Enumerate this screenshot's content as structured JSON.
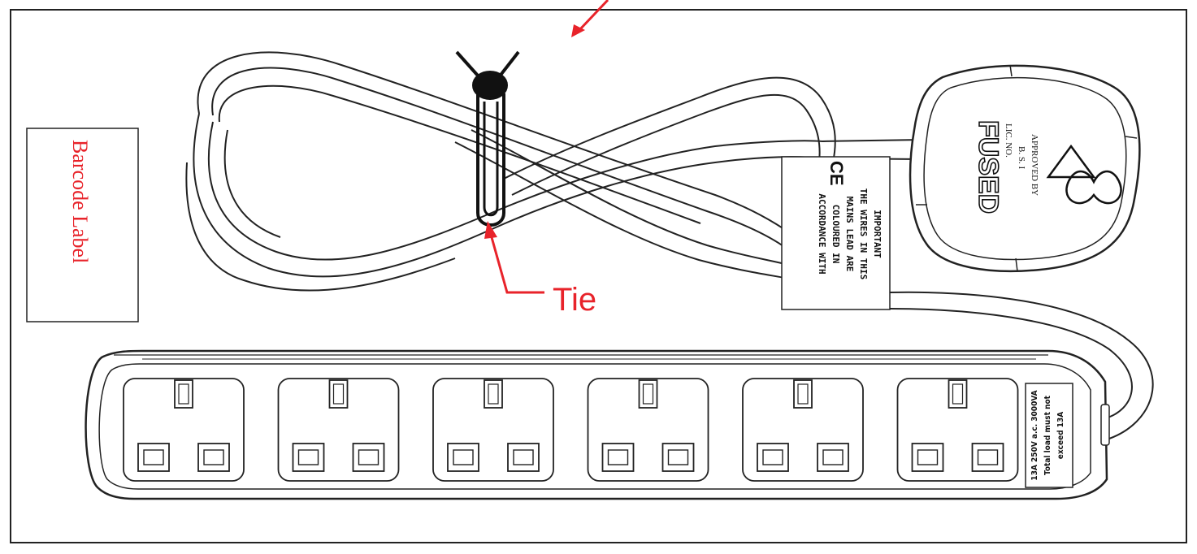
{
  "barcode_label": {
    "text": "Barcode Label"
  },
  "annotations": {
    "tie_label": "Tie",
    "accent_color": "#e8232a"
  },
  "cable_tag": {
    "ce_mark": "CE",
    "lines": [
      "IMPORTANT",
      "THE WIRES IN THIS",
      "MAINS LEAD ARE",
      "COLOURED IN",
      "ACCORDANCE WITH"
    ]
  },
  "plug": {
    "approval_lines": [
      "APPROVED BY",
      "B. S. I"
    ],
    "licence": "LIC. NO.",
    "fused_text": "FUSED",
    "kitemark_icon": "bsi-kitemark-icon"
  },
  "extension_block": {
    "socket_count": 6,
    "rating_lines": [
      "13A 250V a.c. 3000VA",
      "Total load must not",
      "exceed 13A"
    ]
  }
}
